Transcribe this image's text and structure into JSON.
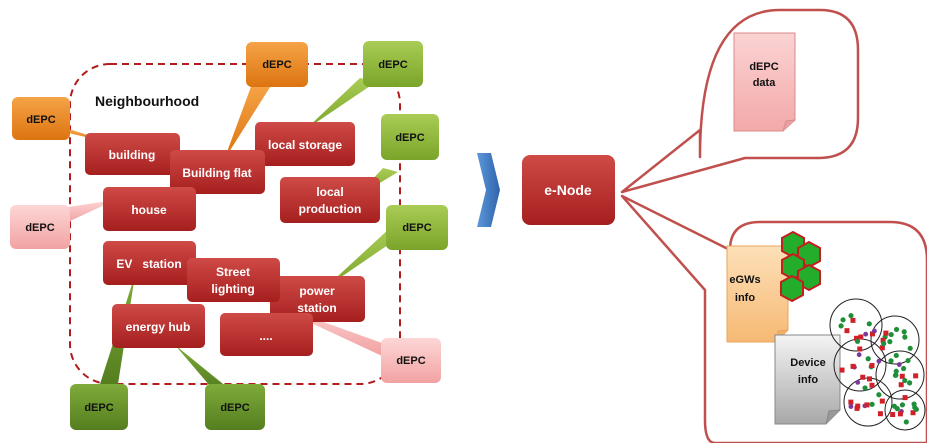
{
  "neighbourhood": {
    "title": "Neighbourhood",
    "nodes": {
      "building": "building",
      "building_flat": "Building flat",
      "local_storage": "local storage",
      "local_production": [
        "local",
        "production"
      ],
      "house": "house",
      "ev_station": "EV   station",
      "street_lighting": [
        "Street",
        "lighting"
      ],
      "power_station": [
        "power",
        "station"
      ],
      "energy_hub": "energy hub",
      "more": "...."
    }
  },
  "depc_label": "dEPC",
  "enode_label": "e-Node",
  "callouts": {
    "depc_data": [
      "dEPC",
      "data"
    ],
    "egws_info": [
      "eGWs",
      "info"
    ],
    "device_info": [
      "Device",
      "info"
    ]
  },
  "colors": {
    "node_red": "#b52a2a",
    "depc_orange": "#e8841a",
    "depc_green": "#86b130",
    "depc_dark_green": "#5f8a25",
    "depc_pink": "#f7b8b8",
    "arrow_blue": "#3a78c4",
    "outline_red": "#c0504d",
    "hex_green": "#22aa22"
  }
}
